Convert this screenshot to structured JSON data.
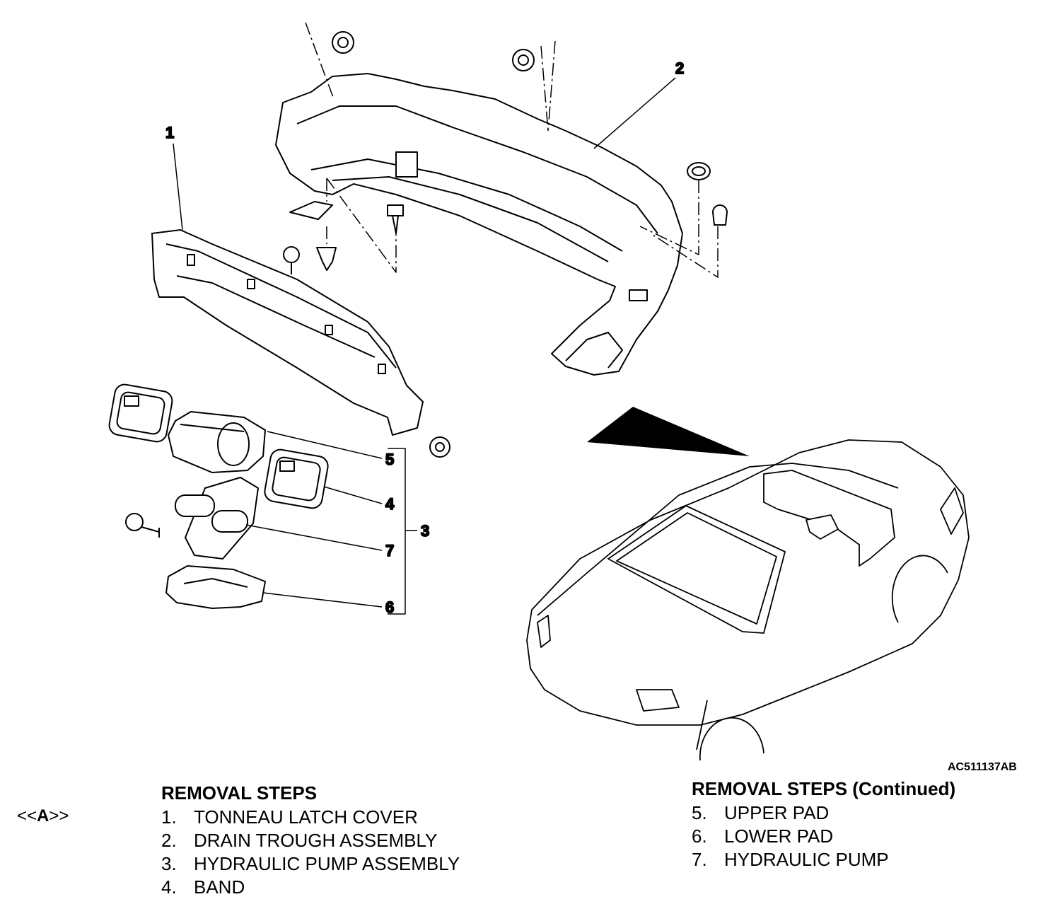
{
  "diagram": {
    "callouts": [
      "1",
      "2",
      "3",
      "4",
      "5",
      "6",
      "7"
    ],
    "figure_code": "AC511137AB"
  },
  "left_list": {
    "title": "REMOVAL STEPS",
    "reference": {
      "prefix": "<<",
      "letter": "A",
      "suffix": ">>"
    },
    "items": [
      {
        "num": "1.",
        "label": "TONNEAU LATCH COVER"
      },
      {
        "num": "2.",
        "label": "DRAIN TROUGH ASSEMBLY"
      },
      {
        "num": "3.",
        "label": "HYDRAULIC PUMP ASSEMBLY"
      },
      {
        "num": "4.",
        "label": "BAND"
      }
    ]
  },
  "right_list": {
    "title": "REMOVAL STEPS (Continued)",
    "items": [
      {
        "num": "5.",
        "label": "UPPER PAD"
      },
      {
        "num": "6.",
        "label": "LOWER PAD"
      },
      {
        "num": "7.",
        "label": "HYDRAULIC PUMP"
      }
    ]
  }
}
